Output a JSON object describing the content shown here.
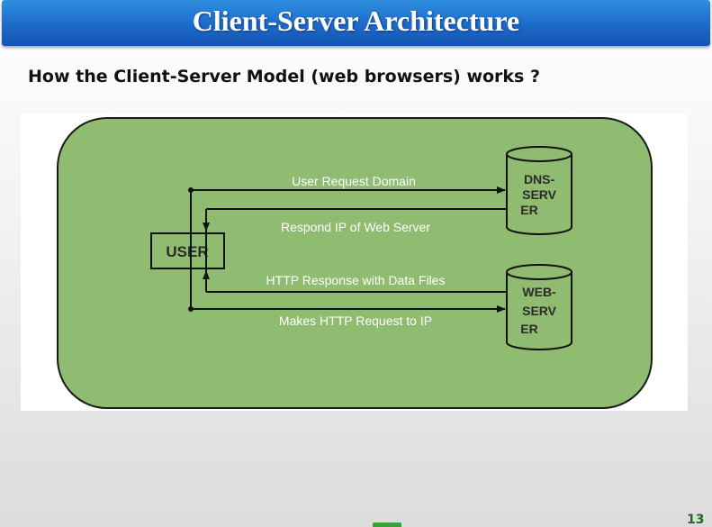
{
  "slide": {
    "title": "Client-Server Architecture",
    "subtitle": "How the Client-Server Model (web browsers) works ?",
    "page_number": "13"
  },
  "diagram": {
    "nodes": {
      "user": "USER",
      "dns_server": [
        "DNS-",
        "SERV",
        "ER"
      ],
      "web_server": [
        "WEB-",
        "SERV",
        "ER"
      ]
    },
    "edges": [
      {
        "id": "user_request_domain",
        "from": "user",
        "to": "dns_server",
        "label": "User Request Domain"
      },
      {
        "id": "respond_ip",
        "from": "dns_server",
        "to": "user",
        "label": "Respond IP of Web Server"
      },
      {
        "id": "http_response",
        "from": "web_server",
        "to": "user",
        "label": "HTTP Response with Data Files"
      },
      {
        "id": "http_request",
        "from": "user",
        "to": "web_server",
        "label": "Makes HTTP Request to IP"
      }
    ]
  },
  "colors": {
    "title_bar": "#1b67c8",
    "panel_fill": "#8fbc71",
    "panel_stroke": "#1a1a1a",
    "cylinder_fill": "#8fbc71"
  }
}
